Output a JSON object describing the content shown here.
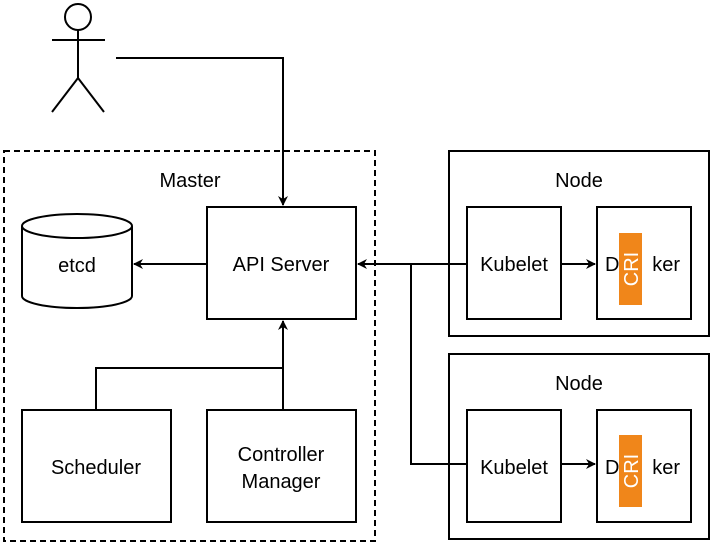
{
  "master": {
    "label": "Master",
    "etcd": "etcd",
    "api_server": "API Server",
    "scheduler": "Scheduler",
    "controller_manager": {
      "line1": "Controller",
      "line2": "Manager"
    }
  },
  "nodes": [
    {
      "label": "Node",
      "kubelet": "Kubelet",
      "runtime": "Docker",
      "runtime_visible_tail": "ker",
      "runtime_visible_head": "D",
      "cri": "CRI"
    },
    {
      "label": "Node",
      "kubelet": "Kubelet",
      "runtime": "Docker",
      "runtime_visible_tail": "ker",
      "runtime_visible_head": "D",
      "cri": "CRI"
    }
  ],
  "colors": {
    "stroke": "#000000",
    "cri_fill": "#f0861a",
    "cri_text": "#ffffff"
  }
}
